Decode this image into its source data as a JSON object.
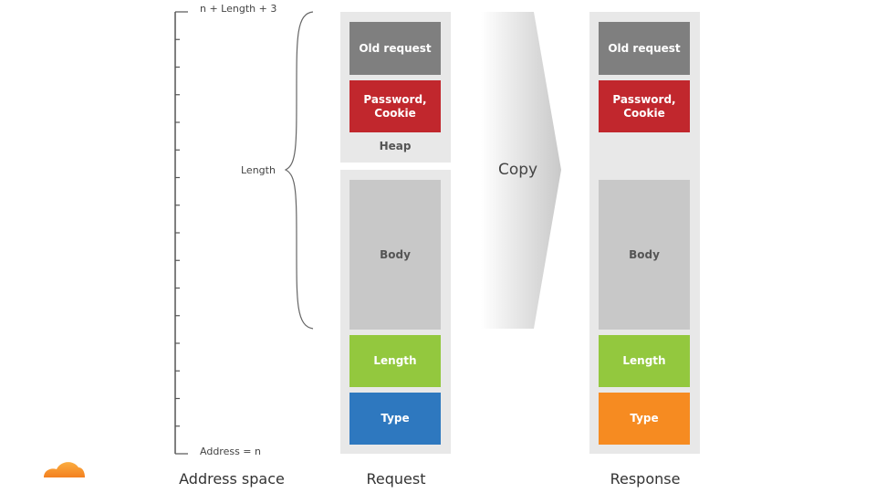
{
  "address_space": {
    "top_label": "n + Length + 3",
    "bottom_label": "Address = n",
    "brace_label": "Length",
    "caption": "Address space"
  },
  "request": {
    "caption": "Request",
    "heap_label": "Heap",
    "blocks": {
      "old_request": "Old request",
      "password": "Password,\nCookie",
      "body": "Body",
      "length": "Length",
      "type": "Type"
    }
  },
  "copy_label": "Copy",
  "response": {
    "caption": "Response",
    "blocks": {
      "old_request": "Old request",
      "password": "Password,\nCookie",
      "body": "Body",
      "length": "Length",
      "type": "Type"
    }
  },
  "colors": {
    "old_request": "#7f7f7f",
    "password": "#c1272d",
    "body": "#c8c8c8",
    "length": "#93c83e",
    "type_request": "#2e78bf",
    "type_response": "#f68b21",
    "logo": "#f38020"
  }
}
